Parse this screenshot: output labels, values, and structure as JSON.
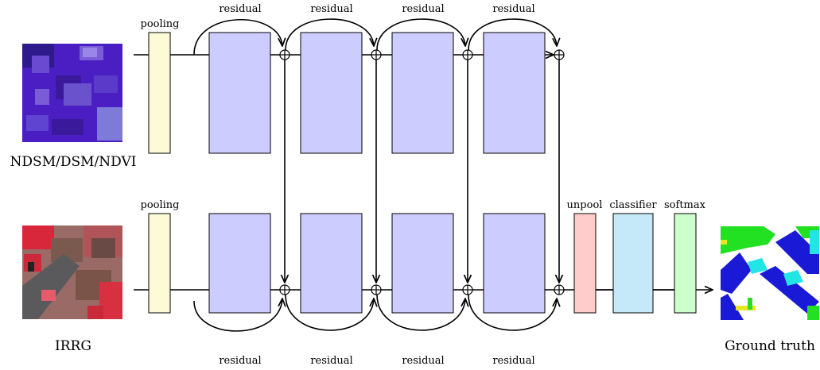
{
  "inputs": {
    "top": {
      "label": "NDSM/DSM/NDVI",
      "image": "ndsm-dsm-ndvi-heatmap"
    },
    "bottom": {
      "label": "IRRG",
      "image": "irrg-aerial-photo"
    }
  },
  "output": {
    "label": "Ground truth",
    "image": "segmentation-map"
  },
  "layers": {
    "pooling_top": "pooling",
    "pooling_bottom": "pooling",
    "unpool": "unpool",
    "classifier": "classifier",
    "softmax": "softmax"
  },
  "residual_label": "residual",
  "fusion_symbol": "⊕",
  "colors": {
    "pooling": "#fdfad6",
    "residual_block": "#ccccff",
    "unpool": "#ffcccc",
    "classifier": "#c6e9f9",
    "softmax": "#ccffcc",
    "ndvi_dark": "#3a1a9a",
    "ndvi_light": "#7a5cd6",
    "irrg_red": "#cc2a3a",
    "irrg_roof": "#7a5a4e",
    "gt_blue": "#1a1ad6",
    "gt_cyan": "#22e6e6",
    "gt_green": "#22e022",
    "gt_yellow": "#e6e622"
  }
}
